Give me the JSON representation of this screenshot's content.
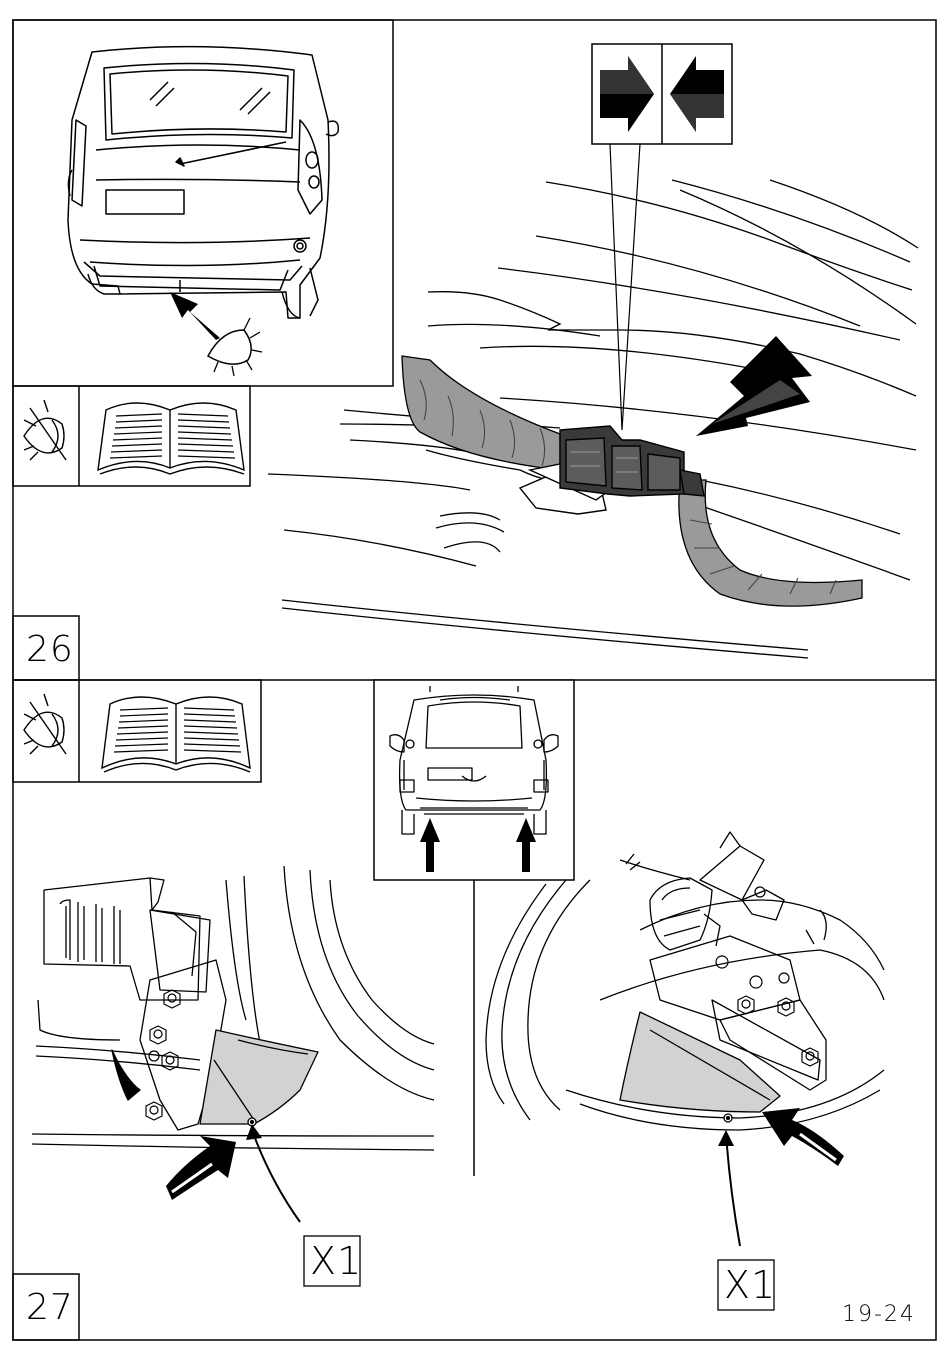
{
  "page": {
    "doc_code": "19-24"
  },
  "step_26": {
    "number": "26",
    "icons": [
      "eye-inspect-icon",
      "open-manual-icon",
      "connector-plug-icon"
    ]
  },
  "step_27": {
    "number": "27",
    "icons": [
      "eye-inspect-icon",
      "open-manual-icon"
    ],
    "callouts": [
      {
        "label": "X1"
      },
      {
        "label": "X1"
      }
    ]
  },
  "colors": {
    "line": "#000000",
    "harness": "#9a9a9a",
    "connector": "#3a3a3a",
    "plate": "#d2d2d2"
  }
}
